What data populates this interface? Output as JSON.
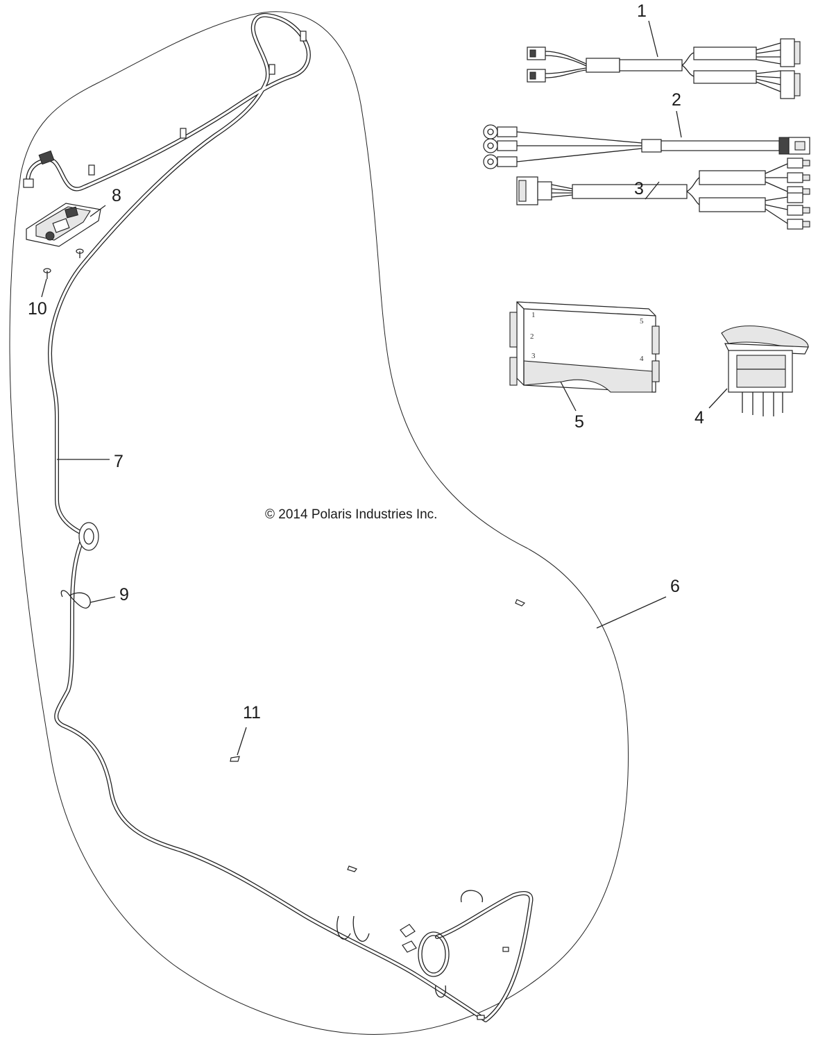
{
  "diagram": {
    "copyright": "© 2014 Polaris Industries Inc.",
    "callouts": [
      {
        "id": "1",
        "label": "1"
      },
      {
        "id": "2",
        "label": "2"
      },
      {
        "id": "3",
        "label": "3"
      },
      {
        "id": "4",
        "label": "4"
      },
      {
        "id": "5",
        "label": "5"
      },
      {
        "id": "6",
        "label": "6"
      },
      {
        "id": "7",
        "label": "7"
      },
      {
        "id": "8",
        "label": "8"
      },
      {
        "id": "9",
        "label": "9"
      },
      {
        "id": "10",
        "label": "10"
      },
      {
        "id": "11",
        "label": "11"
      }
    ],
    "switch_pin_labels": [
      "1",
      "2",
      "3",
      "4",
      "5"
    ]
  }
}
